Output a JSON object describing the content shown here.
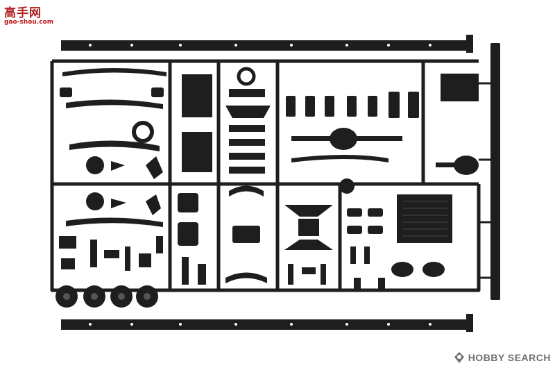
{
  "watermark_top_left": {
    "text": "高手网",
    "url": "gao-shou.com"
  },
  "watermark_bottom_right": {
    "text": "HOBBY SEARCH"
  },
  "colors": {
    "background": "#ffffff",
    "plastic": "#1e1e1e",
    "watermark_red": "#b01f1f",
    "watermark_gray": "#6f6f6f"
  }
}
